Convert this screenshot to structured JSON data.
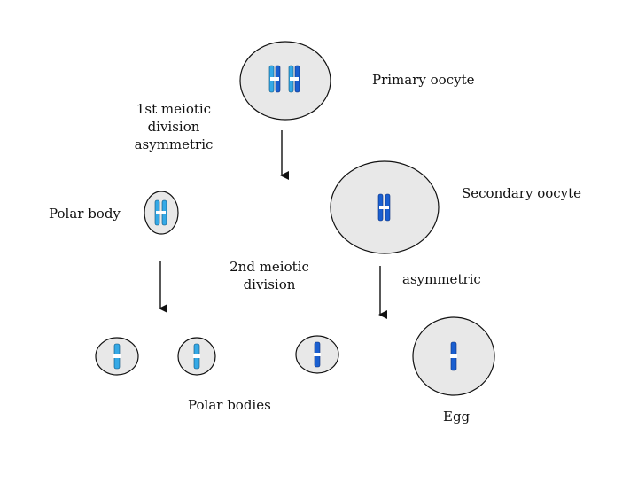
{
  "colors": {
    "cell_fill": "#e8e8e8",
    "cell_stroke": "#111111",
    "chromosome_dark": "#1a5fd0",
    "chromosome_light": "#35a9e6",
    "arrow": "#111111",
    "background": "#ffffff"
  },
  "labels": {
    "primary_oocyte": "Primary oocyte",
    "first_division": [
      "1st meiotic",
      "division",
      "asymmetric"
    ],
    "secondary_oocyte": "Secondary oocyte",
    "polar_body": "Polar body",
    "second_division": [
      "2nd meiotic",
      "division"
    ],
    "asymmetric": "asymmetric",
    "polar_bodies": "Polar bodies",
    "egg": "Egg"
  }
}
